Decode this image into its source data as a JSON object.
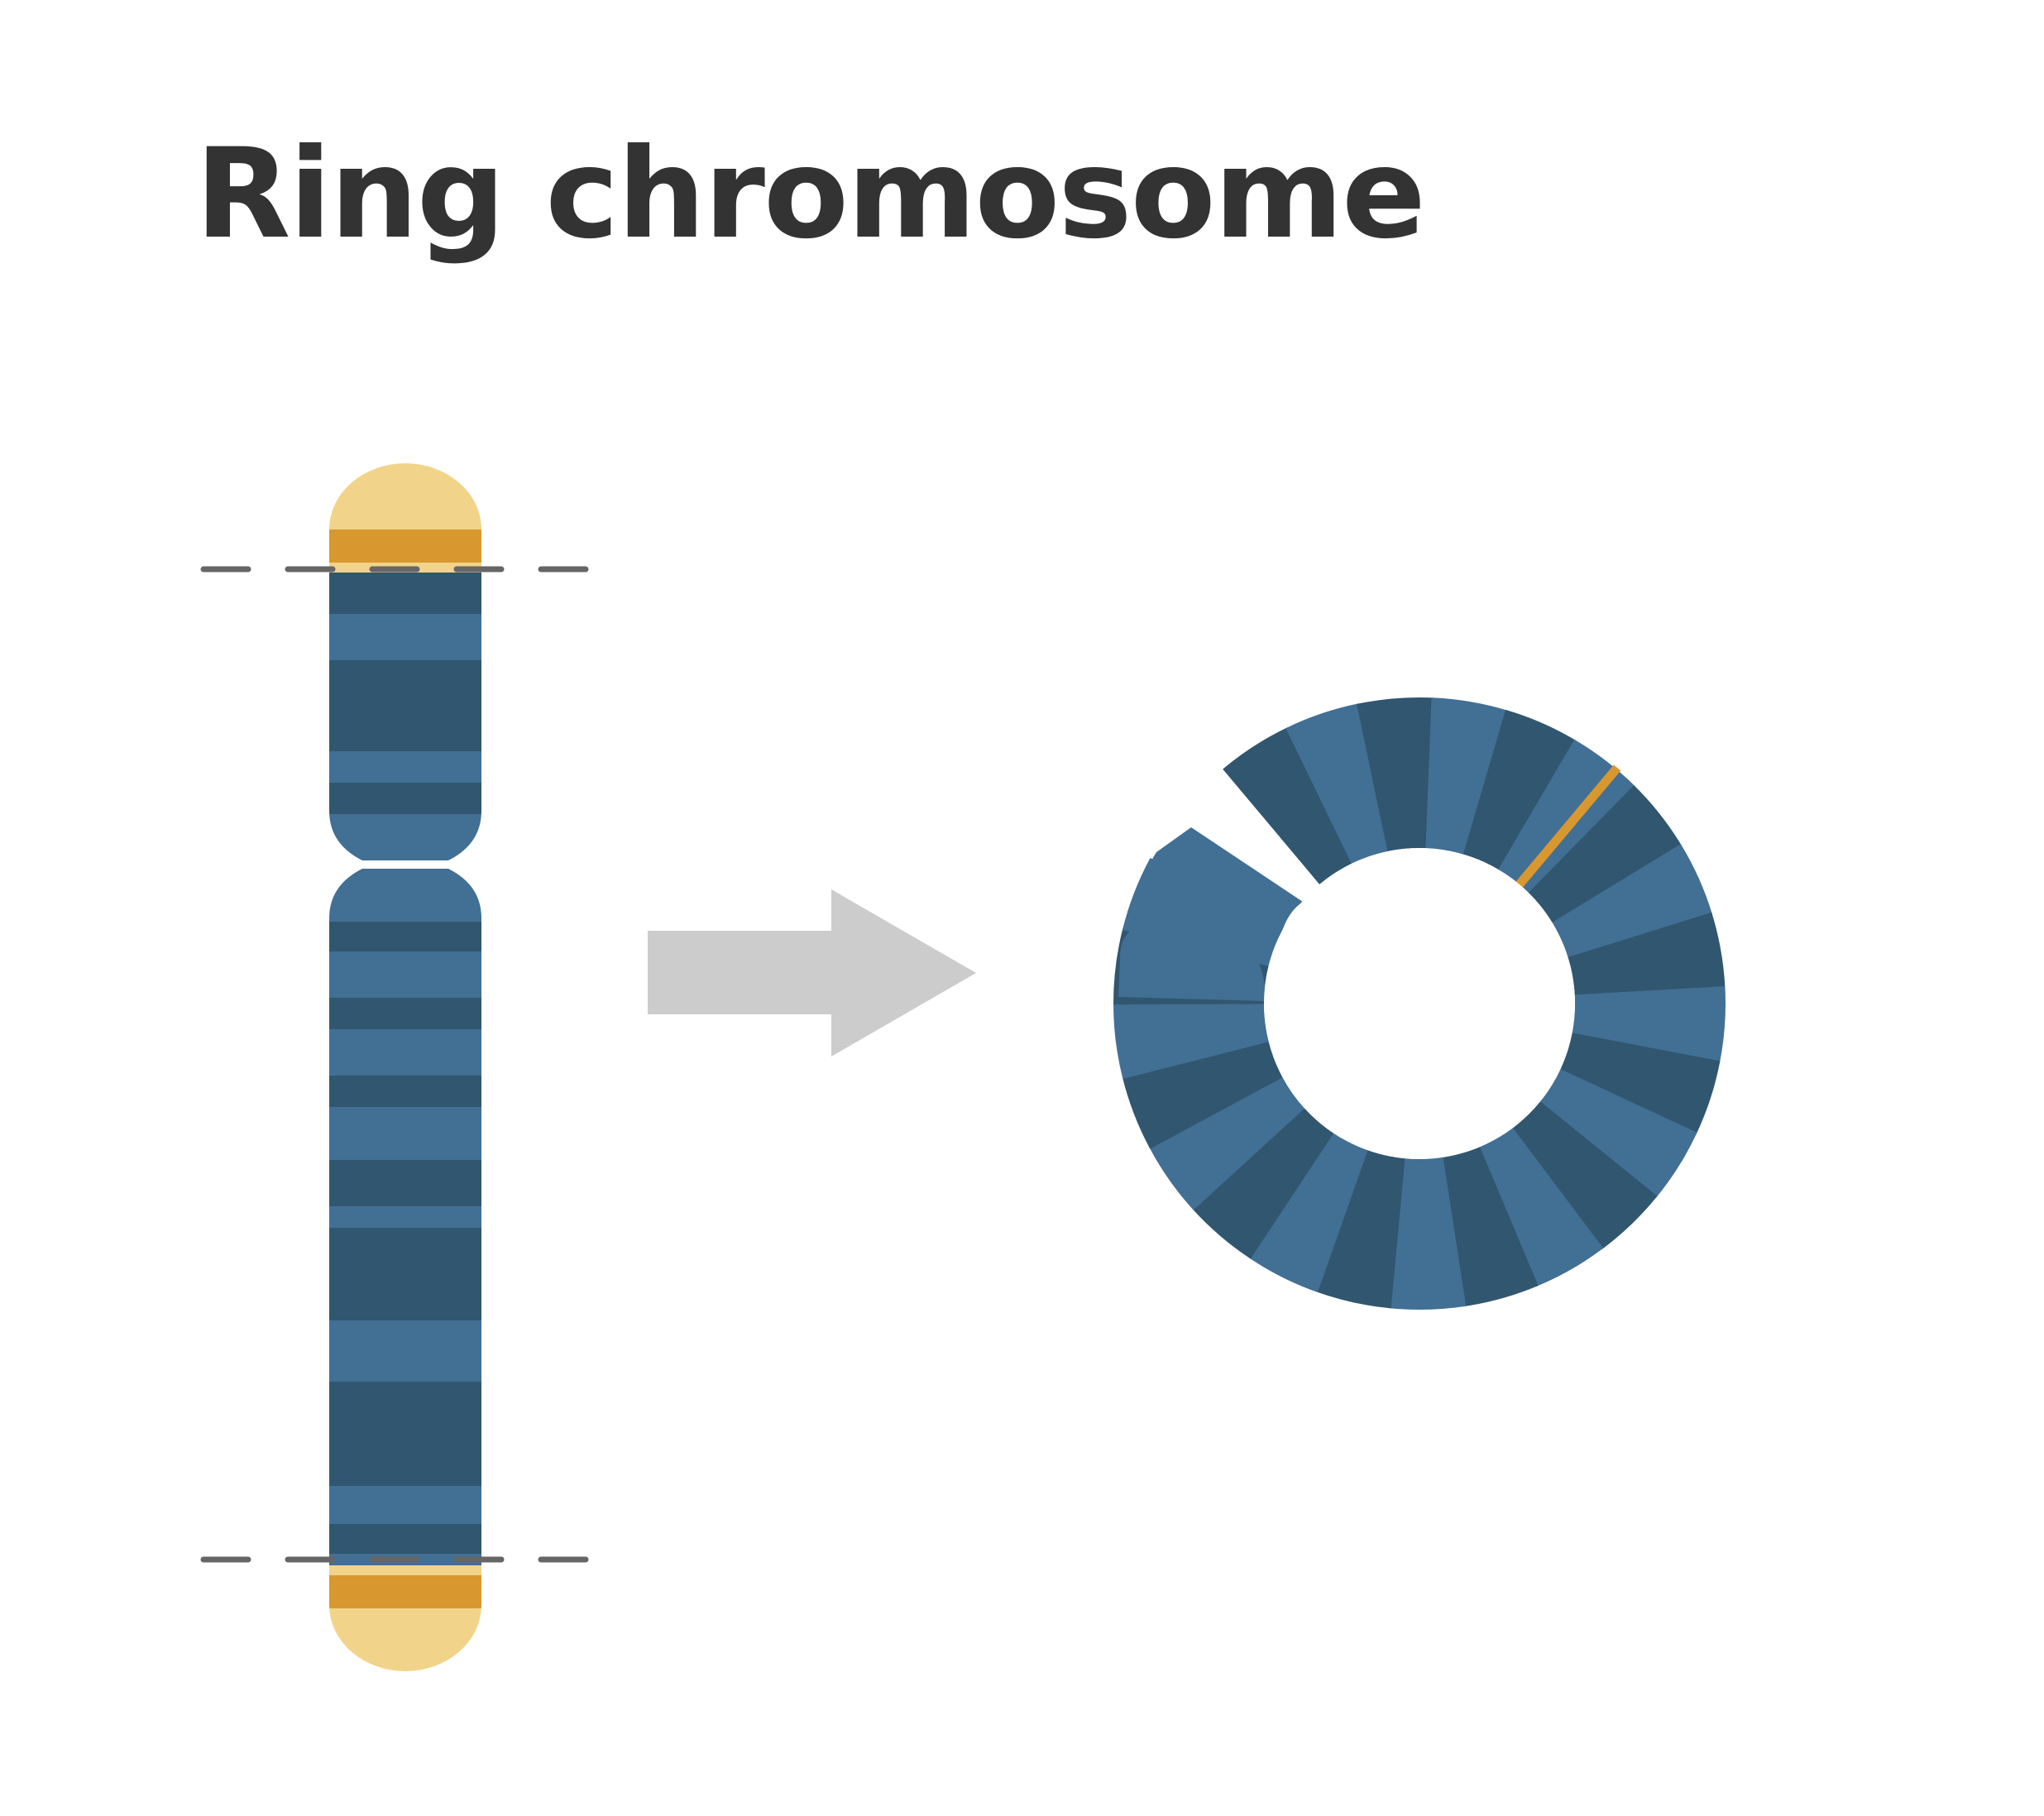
{
  "title": "Ring chromosome",
  "colors": {
    "band_light": "#426f94",
    "band_dark": "#31566f",
    "telomere_tip": "#f1d48a",
    "break_band": "#d8982f",
    "arrow": "#cccccc",
    "cut_line": "#666666",
    "title_text": "#333333"
  },
  "ring_bands": [
    "dark",
    "light",
    "dark",
    "light",
    "dark",
    "light",
    "dark",
    "light",
    "dark",
    "light",
    "dark",
    "light",
    "dark",
    "light",
    "dark",
    "light",
    "dark",
    "light",
    "dark",
    "light",
    "dark",
    "light",
    "dark",
    "light"
  ]
}
